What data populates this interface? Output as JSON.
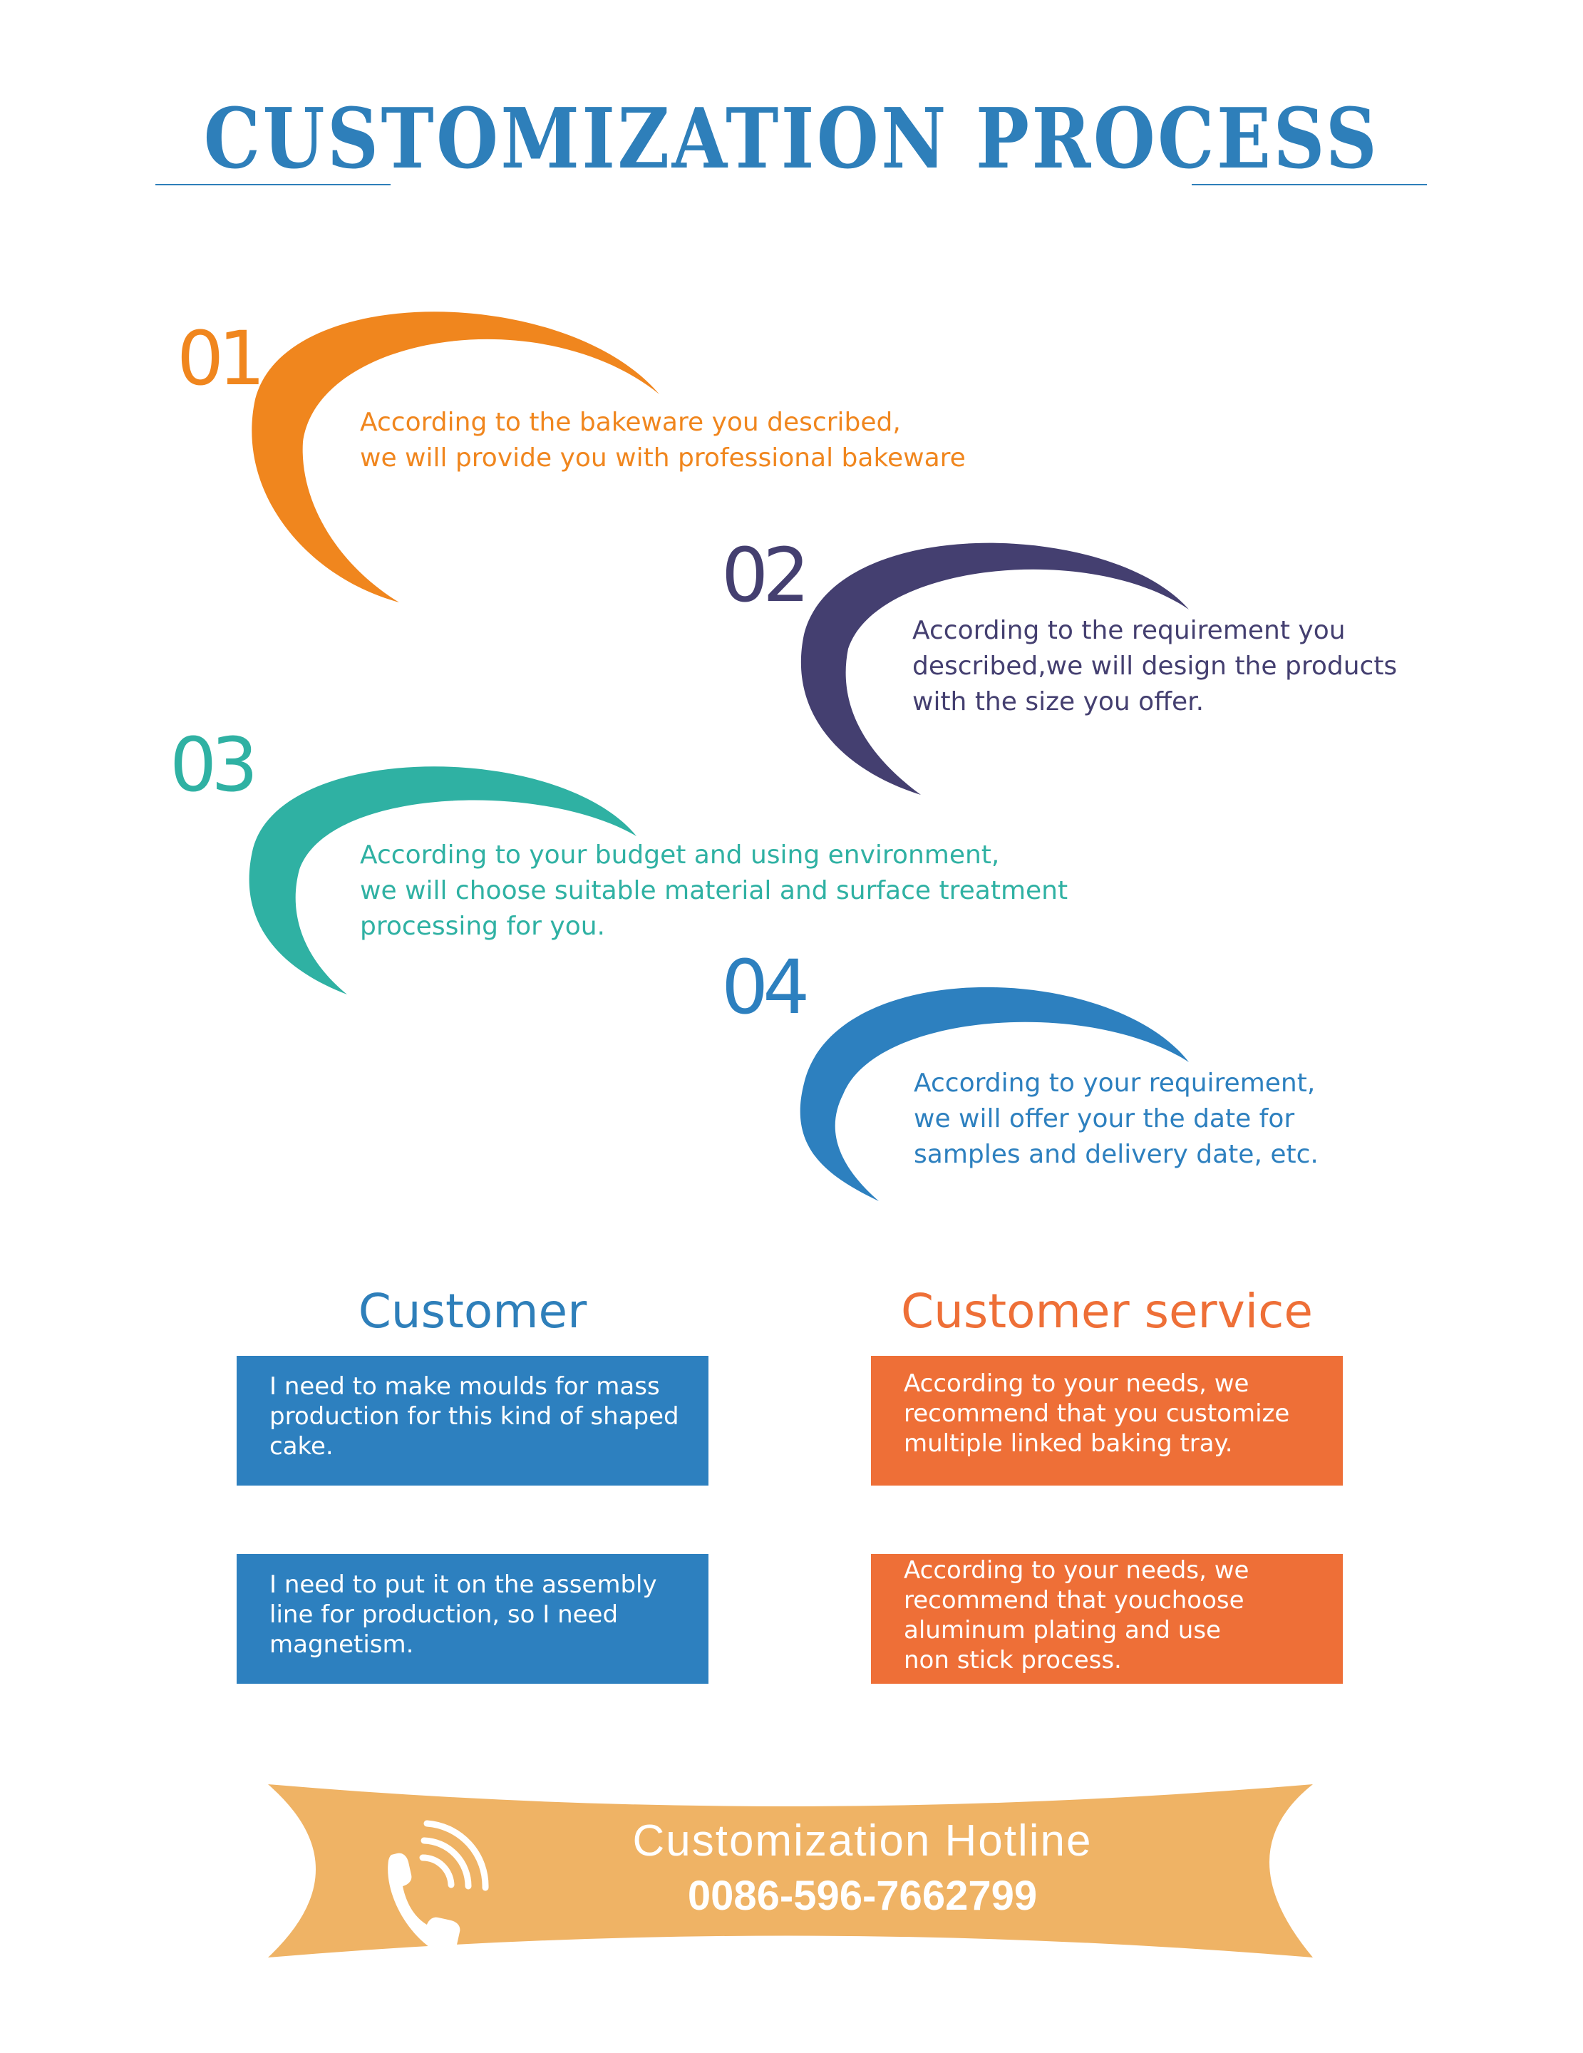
{
  "colors": {
    "title": "#2e7fba",
    "step1": "#f0861e",
    "step2": "#443f70",
    "step3": "#2fb1a3",
    "step4": "#2d80bf",
    "customer": "#2e7fba",
    "service": "#ee6f37",
    "customer_box": "#2d80bf",
    "service_box": "#ee6f37",
    "banner": "#efb365"
  },
  "title": "CUSTOMIZATION  PROCESS",
  "steps": [
    {
      "number": "01",
      "lines": [
        "According to the bakeware you described,",
        "we will provide you with professional bakeware"
      ]
    },
    {
      "number": "02",
      "lines": [
        "According to the requirement you",
        "described,we will design the products",
        "with the size you offer."
      ]
    },
    {
      "number": "03",
      "lines": [
        "According to your budget and using environment,",
        "we will choose suitable material and surface treatment",
        "processing for you."
      ]
    },
    {
      "number": "04",
      "lines": [
        "According to your requirement,",
        "we will offer your the date for",
        "samples and delivery date, etc."
      ]
    }
  ],
  "customer": {
    "heading": "Customer",
    "boxes": [
      {
        "lines": [
          "I need to make moulds for mass",
          "production for this kind of shaped",
          "cake."
        ]
      },
      {
        "lines": [
          "I need to put it on the assembly",
          "line for production, so I need",
          "magnetism."
        ]
      }
    ]
  },
  "service": {
    "heading": "Customer service",
    "boxes": [
      {
        "lines": [
          "According to your needs, we",
          "recommend that you customize",
          "multiple linked baking tray."
        ]
      },
      {
        "lines": [
          "According to your needs, we",
          "recommend that youchoose",
          "aluminum plating and use",
          "non stick process."
        ]
      }
    ]
  },
  "hotline": {
    "icon": "phone-icon",
    "label": "Customization Hotline",
    "number": "0086-596-7662799"
  }
}
